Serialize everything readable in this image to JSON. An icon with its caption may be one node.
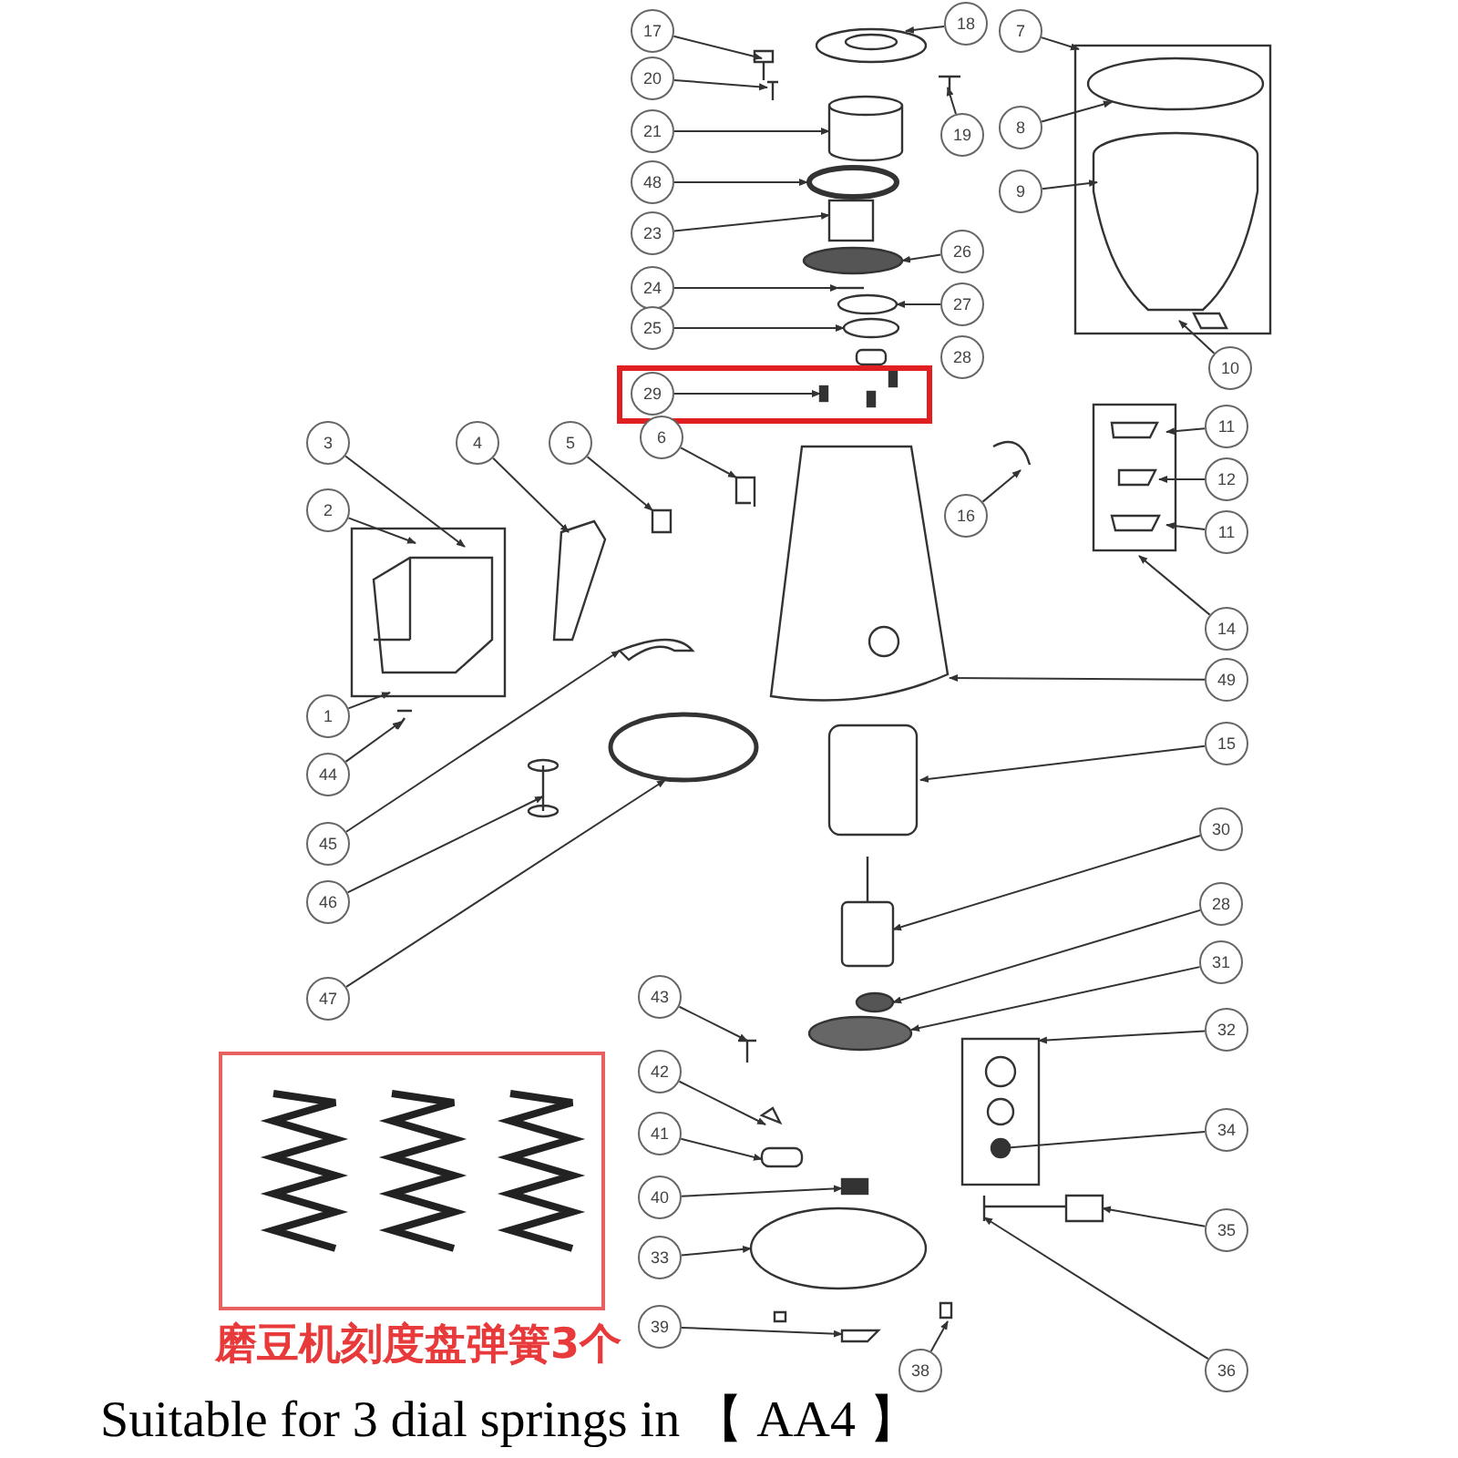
{
  "diagram": {
    "caption": "Suitable for 3 dial springs in 【 AA4 】",
    "nodes": [
      {
        "text": [
          "17"
        ]
      },
      {
        "text": [
          "18"
        ]
      },
      {
        "text": [
          "7"
        ]
      },
      {
        "text": [
          "20"
        ]
      },
      {
        "text": [
          "21"
        ]
      },
      {
        "text": [
          "19"
        ]
      },
      {
        "text": [
          "8"
        ]
      },
      {
        "text": [
          "48"
        ]
      },
      {
        "text": [
          "9"
        ]
      },
      {
        "text": [
          "23"
        ]
      },
      {
        "text": [
          "26"
        ]
      },
      {
        "text": [
          "24"
        ]
      },
      {
        "text": [
          "27"
        ]
      },
      {
        "text": [
          "25"
        ]
      },
      {
        "text": [
          "28"
        ]
      },
      {
        "text": [
          "29"
        ]
      },
      {
        "text": [
          "10"
        ]
      },
      {
        "text": [
          "3"
        ]
      },
      {
        "text": [
          "4"
        ]
      },
      {
        "text": [
          "5"
        ]
      },
      {
        "text": [
          "6"
        ]
      },
      {
        "text": [
          "16"
        ]
      },
      {
        "text": [
          "11"
        ]
      },
      {
        "text": [
          "2"
        ]
      },
      {
        "text": [
          "12"
        ]
      },
      {
        "text": [
          "11"
        ]
      },
      {
        "text": [
          "14"
        ]
      },
      {
        "text": [
          "1"
        ]
      },
      {
        "text": [
          "49"
        ]
      },
      {
        "text": [
          "44"
        ]
      },
      {
        "text": [
          "15"
        ]
      },
      {
        "text": [
          "45"
        ]
      },
      {
        "text": [
          "46"
        ]
      },
      {
        "text": [
          "30"
        ]
      },
      {
        "text": [
          "47"
        ]
      },
      {
        "text": [
          "28"
        ]
      },
      {
        "text": [
          "31"
        ]
      },
      {
        "text": [
          "43"
        ]
      },
      {
        "text": [
          "32"
        ]
      },
      {
        "text": [
          "42"
        ]
      },
      {
        "text": [
          "34"
        ]
      },
      {
        "text": [
          "41"
        ]
      },
      {
        "text": [
          "40"
        ]
      },
      {
        "text": [
          "35"
        ]
      },
      {
        "text": [
          "33"
        ]
      },
      {
        "text": [
          "39"
        ]
      },
      {
        "text": [
          "38"
        ]
      },
      {
        "text": [
          "36"
        ]
      }
    ],
    "edges": [
      {
        "from": 0,
        "to": null,
        "arrow": "to"
      },
      {
        "from": 1,
        "to": null,
        "arrow": "to"
      },
      {
        "from": 2,
        "to": null,
        "arrow": "to"
      },
      {
        "from": 3,
        "to": null,
        "arrow": "to"
      },
      {
        "from": 4,
        "to": null,
        "arrow": "to"
      },
      {
        "from": 5,
        "to": null,
        "arrow": "to"
      },
      {
        "from": 6,
        "to": null,
        "arrow": "to"
      },
      {
        "from": 7,
        "to": null,
        "arrow": "to"
      },
      {
        "from": 8,
        "to": null,
        "arrow": "to"
      },
      {
        "from": 9,
        "to": null,
        "arrow": "to"
      },
      {
        "from": 10,
        "to": null,
        "arrow": "to"
      },
      {
        "from": 11,
        "to": null,
        "arrow": "to"
      },
      {
        "from": 12,
        "to": null,
        "arrow": "to"
      },
      {
        "from": 13,
        "to": null,
        "arrow": "to"
      },
      {
        "from": 15,
        "to": null,
        "arrow": "to"
      },
      {
        "from": 16,
        "to": null,
        "arrow": "to"
      },
      {
        "from": 17,
        "to": null,
        "arrow": "to"
      },
      {
        "from": 18,
        "to": null,
        "arrow": "to"
      },
      {
        "from": 19,
        "to": null,
        "arrow": "to"
      },
      {
        "from": 20,
        "to": null,
        "arrow": "to"
      },
      {
        "from": 21,
        "to": null,
        "arrow": "to"
      },
      {
        "from": 22,
        "to": null,
        "arrow": "to"
      },
      {
        "from": 23,
        "to": null,
        "arrow": "to"
      },
      {
        "from": 24,
        "to": null,
        "arrow": "to"
      },
      {
        "from": 25,
        "to": null,
        "arrow": "to"
      },
      {
        "from": 26,
        "to": null,
        "arrow": "to"
      },
      {
        "from": 27,
        "to": null,
        "arrow": "to"
      },
      {
        "from": 28,
        "to": null,
        "arrow": "to"
      },
      {
        "from": 29,
        "to": null,
        "arrow": "to"
      },
      {
        "from": 30,
        "to": null,
        "arrow": "to"
      },
      {
        "from": 31,
        "to": null,
        "arrow": "to"
      },
      {
        "from": 32,
        "to": null,
        "arrow": "to"
      },
      {
        "from": 33,
        "to": null,
        "arrow": "to"
      },
      {
        "from": 34,
        "to": null,
        "arrow": "to"
      },
      {
        "from": 35,
        "to": null,
        "arrow": "to"
      },
      {
        "from": 36,
        "to": null,
        "arrow": "to"
      },
      {
        "from": 37,
        "to": null,
        "arrow": "to"
      },
      {
        "from": 38,
        "to": null,
        "arrow": "to"
      },
      {
        "from": 39,
        "to": null,
        "arrow": "to"
      },
      {
        "from": 40,
        "to": null,
        "arrow": "to"
      },
      {
        "from": 41,
        "to": null,
        "arrow": "to"
      },
      {
        "from": 42,
        "to": null,
        "arrow": "to"
      },
      {
        "from": 43,
        "to": null,
        "arrow": "to"
      },
      {
        "from": 44,
        "to": null,
        "arrow": "to"
      },
      {
        "from": 45,
        "to": null,
        "arrow": "to"
      },
      {
        "from": 46,
        "to": null,
        "arrow": "to"
      },
      {
        "from": 47,
        "to": null,
        "arrow": "to"
      }
    ],
    "labels": [
      "磨豆机刻度盘弹簧3个"
    ]
  }
}
